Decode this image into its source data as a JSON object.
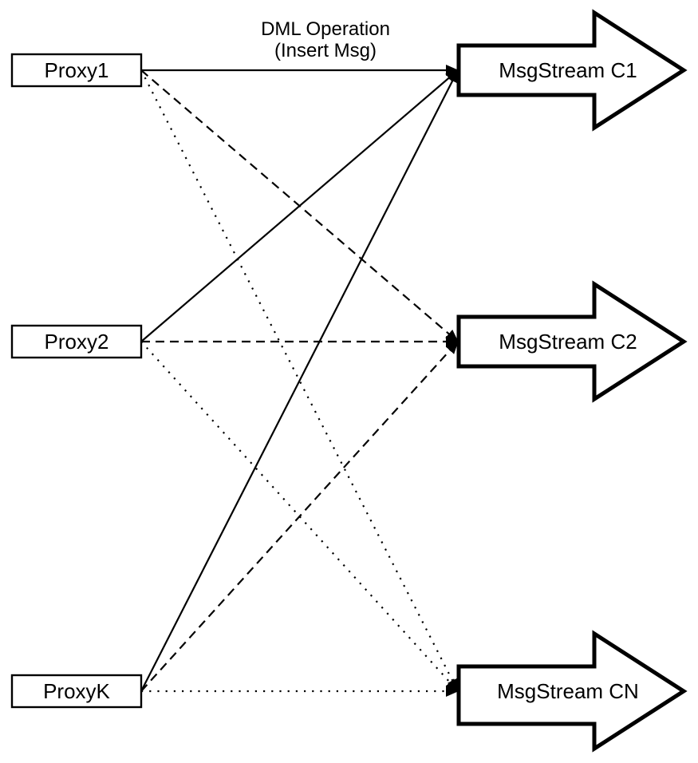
{
  "title": {
    "line1": "DML Operation",
    "line2": "(Insert Msg)"
  },
  "nodes": {
    "proxies": [
      {
        "id": "proxy1",
        "label": "Proxy1"
      },
      {
        "id": "proxy2",
        "label": "Proxy2"
      },
      {
        "id": "proxyk",
        "label": "ProxyK"
      }
    ],
    "streams": [
      {
        "id": "c1",
        "label": "MsgStream C1"
      },
      {
        "id": "c2",
        "label": "MsgStream C2"
      },
      {
        "id": "cn",
        "label": "MsgStream CN"
      }
    ]
  },
  "edges": [
    {
      "from": "proxy1",
      "to": "c1",
      "style": "solid"
    },
    {
      "from": "proxy2",
      "to": "c1",
      "style": "solid"
    },
    {
      "from": "proxyk",
      "to": "c1",
      "style": "solid"
    },
    {
      "from": "proxy1",
      "to": "c2",
      "style": "dashed"
    },
    {
      "from": "proxy2",
      "to": "c2",
      "style": "dashed"
    },
    {
      "from": "proxyk",
      "to": "c2",
      "style": "dashed"
    },
    {
      "from": "proxy1",
      "to": "cn",
      "style": "dotted"
    },
    {
      "from": "proxy2",
      "to": "cn",
      "style": "dotted"
    },
    {
      "from": "proxyk",
      "to": "cn",
      "style": "dotted"
    }
  ],
  "colors": {
    "stroke": "#000000",
    "background": "#ffffff"
  }
}
